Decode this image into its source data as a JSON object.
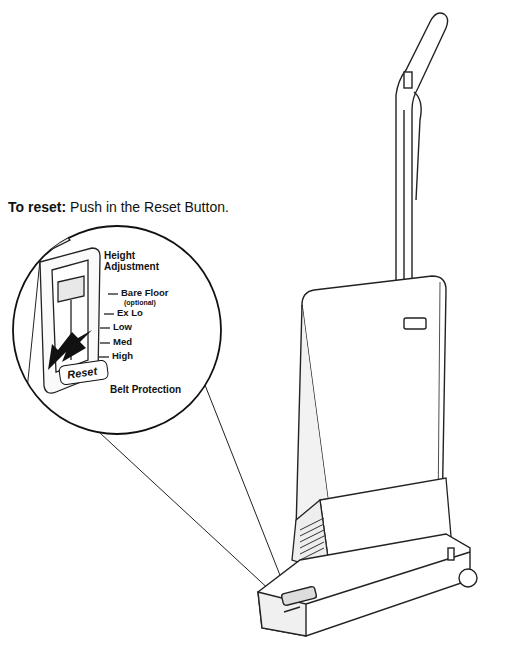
{
  "diagram": {
    "nodes": [
      {
        "text": [
          "Reset"
        ]
      }
    ],
    "labels": [
      "To reset:",
      "Push in the Reset Button.",
      "Height Adjustment",
      "Bare Floor",
      "(optional)",
      "Ex Lo",
      "Low",
      "Med",
      "High",
      "Belt Protection"
    ]
  }
}
